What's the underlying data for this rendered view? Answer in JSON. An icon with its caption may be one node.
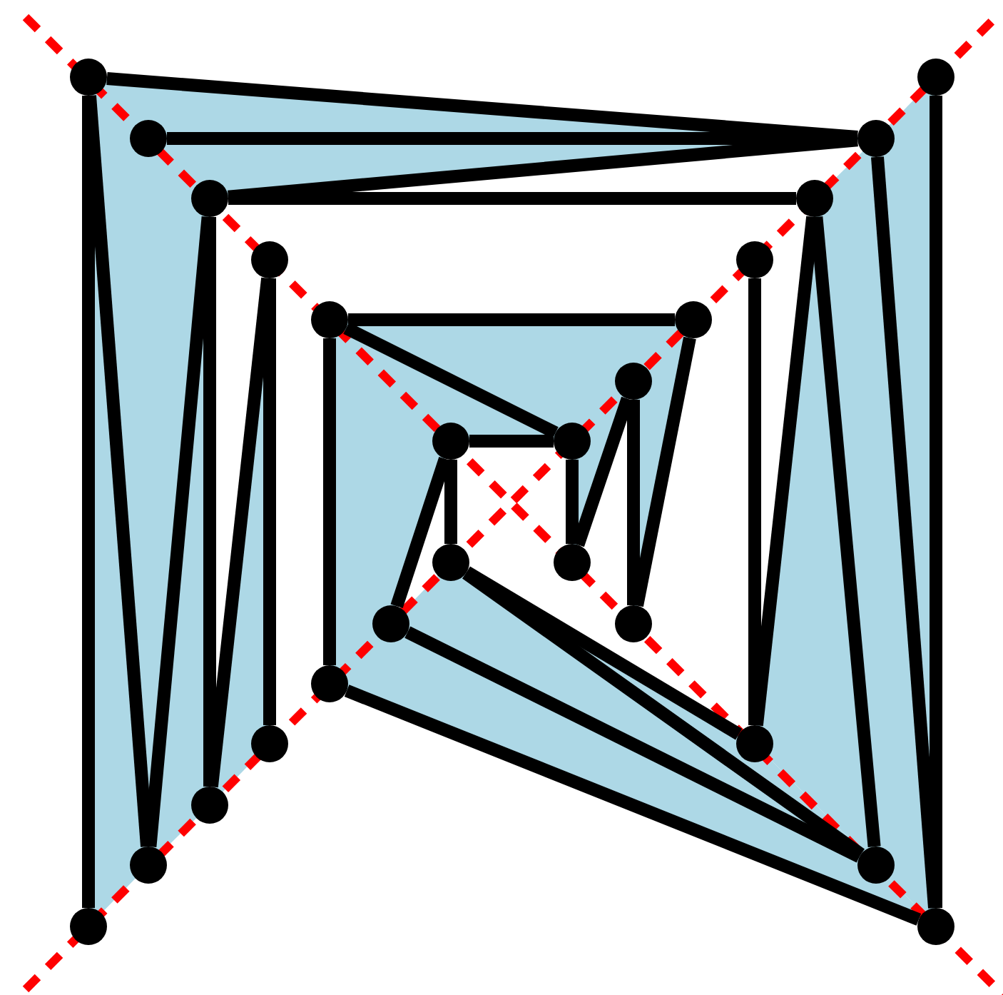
{
  "diagram": {
    "nodes": [
      {
        "text": [],
        "shape": "circle"
      },
      {
        "text": [],
        "shape": "circle"
      },
      {
        "text": [],
        "shape": "circle"
      },
      {
        "text": [],
        "shape": "circle"
      },
      {
        "text": [],
        "shape": "circle"
      },
      {
        "text": [],
        "shape": "circle"
      },
      {
        "text": [],
        "shape": "circle"
      },
      {
        "text": [],
        "shape": "circle"
      },
      {
        "text": [],
        "shape": "circle"
      },
      {
        "text": [],
        "shape": "circle"
      },
      {
        "text": [],
        "shape": "circle"
      },
      {
        "text": [],
        "shape": "circle"
      },
      {
        "text": [],
        "shape": "circle"
      },
      {
        "text": [],
        "shape": "circle"
      },
      {
        "text": [],
        "shape": "circle"
      },
      {
        "text": [],
        "shape": "circle"
      },
      {
        "text": [],
        "shape": "circle"
      },
      {
        "text": [],
        "shape": "circle"
      },
      {
        "text": [],
        "shape": "circle"
      },
      {
        "text": [],
        "shape": "circle"
      },
      {
        "text": [],
        "shape": "circle"
      },
      {
        "text": [],
        "shape": "circle"
      },
      {
        "text": [],
        "shape": "circle"
      },
      {
        "text": [],
        "shape": "circle"
      },
      {
        "text": [],
        "shape": "circle"
      }
    ],
    "edges": [
      {
        "from": 0,
        "to": 3,
        "arrow": "none"
      },
      {
        "from": 2,
        "to": 3,
        "arrow": "none"
      },
      {
        "from": 4,
        "to": 3,
        "arrow": "none"
      },
      {
        "from": 4,
        "to": 5,
        "arrow": "none"
      },
      {
        "from": 0,
        "to": 23,
        "arrow": "none"
      },
      {
        "from": 0,
        "to": 21,
        "arrow": "none"
      },
      {
        "from": 4,
        "to": 21,
        "arrow": "none"
      },
      {
        "from": 4,
        "to": 20,
        "arrow": "none"
      },
      {
        "from": 6,
        "to": 20,
        "arrow": "none"
      },
      {
        "from": 6,
        "to": 18,
        "arrow": "none"
      },
      {
        "from": 8,
        "to": 9,
        "arrow": "none"
      },
      {
        "from": 8,
        "to": 17,
        "arrow": "none"
      },
      {
        "from": 8,
        "to": 12,
        "arrow": "none"
      },
      {
        "from": 11,
        "to": 12,
        "arrow": "none"
      },
      {
        "from": 11,
        "to": 13,
        "arrow": "none"
      },
      {
        "from": 12,
        "to": 14,
        "arrow": "none"
      },
      {
        "from": 14,
        "to": 10,
        "arrow": "none"
      },
      {
        "from": 10,
        "to": 16,
        "arrow": "none"
      },
      {
        "from": 16,
        "to": 9,
        "arrow": "none"
      },
      {
        "from": 11,
        "to": 15,
        "arrow": "none"
      },
      {
        "from": 13,
        "to": 19,
        "arrow": "none"
      },
      {
        "from": 13,
        "to": 22,
        "arrow": "none"
      },
      {
        "from": 15,
        "to": 22,
        "arrow": "none"
      },
      {
        "from": 17,
        "to": 24,
        "arrow": "none"
      },
      {
        "from": 1,
        "to": 24,
        "arrow": "none"
      },
      {
        "from": 3,
        "to": 24,
        "arrow": "none"
      },
      {
        "from": 5,
        "to": 22,
        "arrow": "none"
      },
      {
        "from": 5,
        "to": 19,
        "arrow": "none"
      },
      {
        "from": 7,
        "to": 19,
        "arrow": "none"
      }
    ]
  }
}
